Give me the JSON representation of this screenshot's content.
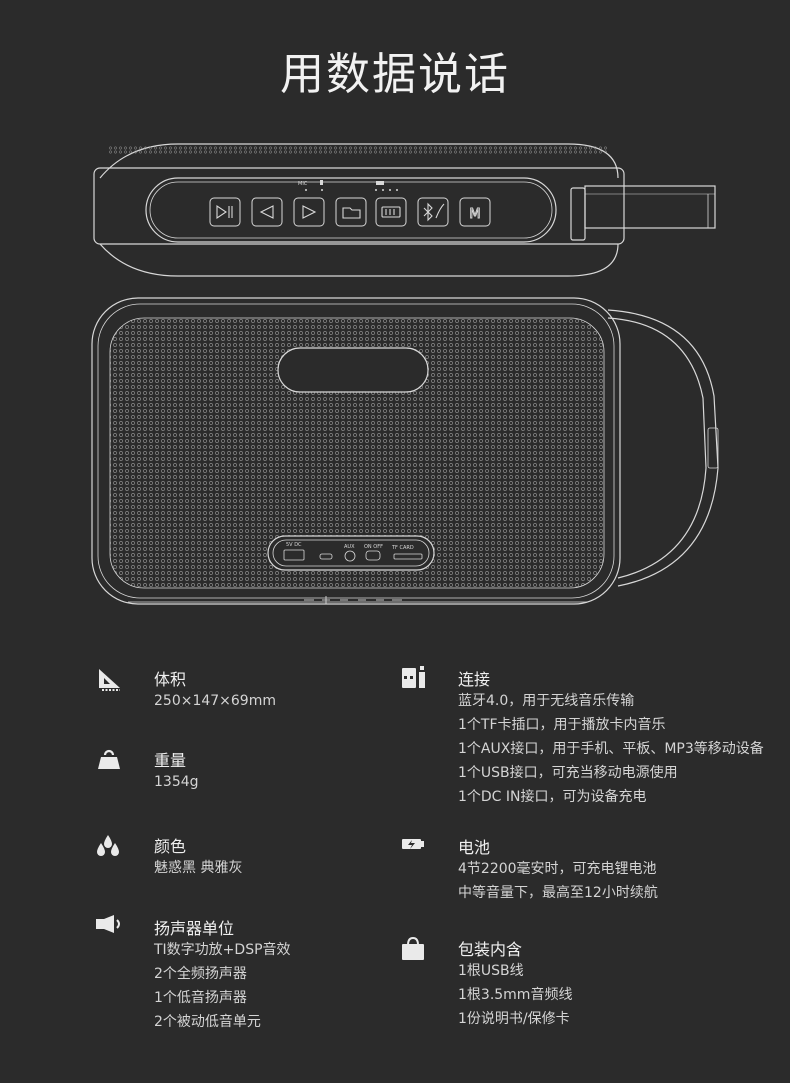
{
  "title": "用数据说话",
  "device": {
    "labels": {
      "mic": "MIC",
      "dc_in": "5V DC",
      "aux": "AUX",
      "on_off": "ON OFF",
      "tf_card": "TF CARD",
      "mode_button": "M"
    }
  },
  "specs": {
    "volume": {
      "icon": "ruler-triangle-icon",
      "heading": "体积",
      "lines": [
        "250×147×69mm"
      ]
    },
    "weight": {
      "icon": "weight-icon",
      "heading": "重量",
      "lines": [
        "1354g"
      ]
    },
    "color": {
      "icon": "color-drops-icon",
      "heading": "颜色",
      "lines": [
        "魅惑黑  典雅灰"
      ]
    },
    "speaker": {
      "icon": "speaker-icon",
      "heading": "扬声器单位",
      "lines": [
        "TI数字功放+DSP音效",
        "2个全频扬声器",
        "1个低音扬声器",
        "2个被动低音单元"
      ]
    },
    "connection": {
      "icon": "connection-icon",
      "heading": "连接",
      "lines": [
        "蓝牙4.0，用于无线音乐传输",
        "1个TF卡插口，用于播放卡内音乐",
        "1个AUX接口，用于手机、平板、MP3等移动设备",
        "1个USB接口，可充当移动电源使用",
        "1个DC IN接口，可为设备充电"
      ]
    },
    "battery": {
      "icon": "battery-icon",
      "heading": "电池",
      "lines": [
        "4节2200毫安时，可充电锂电池",
        "中等音量下，最高至12小时续航"
      ]
    },
    "package": {
      "icon": "package-bag-icon",
      "heading": "包装内含",
      "lines": [
        "1根USB线",
        "1根3.5mm音频线",
        "1份说明书/保修卡"
      ]
    }
  }
}
